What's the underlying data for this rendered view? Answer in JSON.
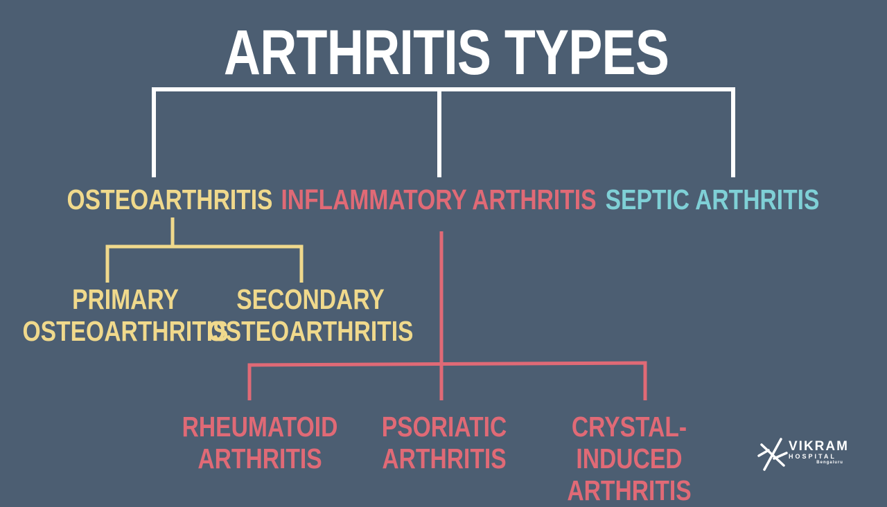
{
  "diagram": {
    "title": "ARTHRITIS TYPES",
    "colors": {
      "background": "#4c5e72",
      "root": "#ffffff",
      "osteo": "#f0d98c",
      "inflammatory": "#e06a76",
      "septic": "#7fd0d6"
    },
    "categories": {
      "osteoarthritis": {
        "label": "OSTEOARTHRITIS",
        "children": {
          "primary": "PRIMARY\nOSTEOARTHRITIS",
          "secondary": "SECONDARY\nOSTEOARTHRITIS"
        }
      },
      "inflammatory": {
        "label": "INFLAMMATORY ARTHRITIS",
        "children": {
          "rheumatoid": "RHEUMATOID\nARTHRITIS",
          "psoriatic": "PSORIATIC\nARTHRITIS",
          "crystal": "CRYSTAL-INDUCED\nARTHRITIS"
        }
      },
      "septic": {
        "label": "SEPTIC ARTHRITIS"
      }
    }
  },
  "logo": {
    "name": "VIKRAM",
    "line2": "HOSPITAL",
    "city": "Bengaluru",
    "icon": "vikram-star-logo-icon"
  }
}
